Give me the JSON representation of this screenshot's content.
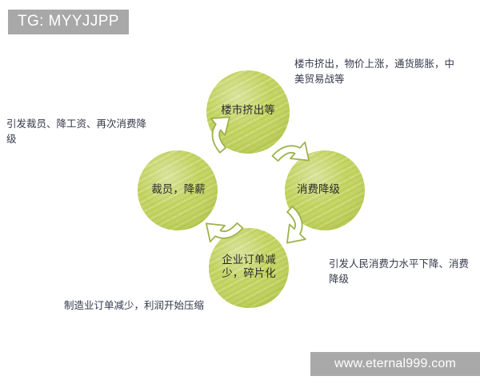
{
  "badge": {
    "label": "TG: MYYJJPP"
  },
  "watermark": {
    "label": "www.eternal999.com"
  },
  "colors": {
    "circle_fill": "#bccf4f",
    "circle_fill_light": "#ccdb72",
    "arrow_stroke": "#9db24a",
    "arrow_fill": "#ffffff",
    "badge_bg": "#a8a8a8",
    "watermark_bg": "#a9a9a9",
    "node_text": "#2b2b2b",
    "annotation_text": "#34384a",
    "page_bg": "#ffffff"
  },
  "diagram": {
    "type": "cycle",
    "nodes": [
      {
        "id": "top",
        "label": "楼市挤出等",
        "position": "top"
      },
      {
        "id": "right",
        "label": "消费降级",
        "position": "right"
      },
      {
        "id": "bottom",
        "label": "企业订单减\n少，碎片化",
        "position": "bottom"
      },
      {
        "id": "left",
        "label": "裁员，降薪",
        "position": "left"
      }
    ],
    "arrows": [
      {
        "id": "left-to-top",
        "from": "left",
        "to": "top",
        "direction": "up-right"
      },
      {
        "id": "top-to-right",
        "from": "top",
        "to": "right",
        "direction": "down-right"
      },
      {
        "id": "right-to-bottom",
        "from": "right",
        "to": "bottom",
        "direction": "down-left"
      },
      {
        "id": "bottom-to-left",
        "from": "bottom",
        "to": "left",
        "direction": "up-left"
      }
    ],
    "annotations": [
      {
        "id": "top-right",
        "text": "楼市挤出，物价上涨，通货膨胀，中美贸易战等",
        "attached_to": "top"
      },
      {
        "id": "right",
        "text": "引发人民消费力水平下降、消费降级",
        "attached_to": "right"
      },
      {
        "id": "bottom",
        "text": "制造业订单减少，利润开始压缩",
        "attached_to": "bottom"
      },
      {
        "id": "left",
        "text": "引发裁员、降工资、再次消费降级",
        "attached_to": "left"
      }
    ]
  }
}
